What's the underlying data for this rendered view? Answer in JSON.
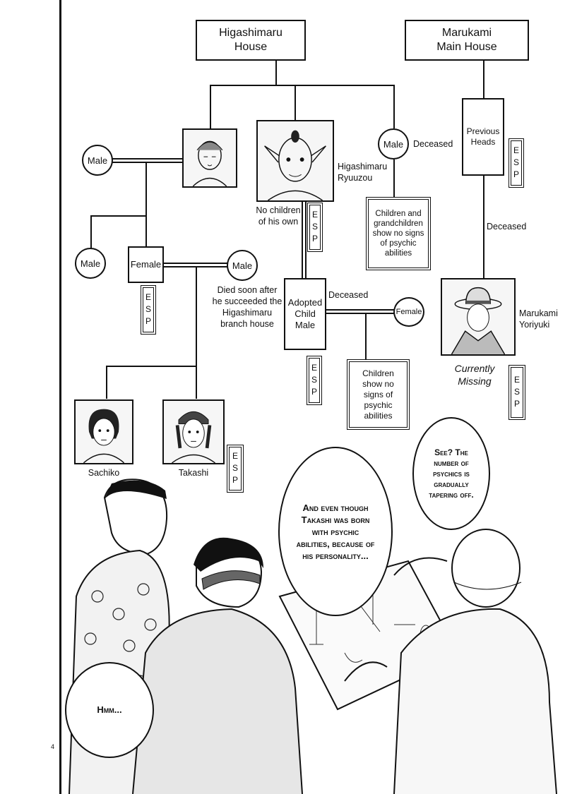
{
  "houses": {
    "higashimaru": "Higashimaru\nHouse",
    "marukami": "Marukami\nMain House"
  },
  "nodes": {
    "male_left": "Male",
    "male_far_left": "Male",
    "female": "Female",
    "male_spouse": "Male",
    "male_deceased": "Male",
    "deceased_1": "Deceased",
    "ryuuzou_name": "Higashimaru\nRyuuzou",
    "no_children": "No children\nof his own",
    "children_no_signs_1": "Children and\ngrandchildren\nshow no signs\nof psychic\nabilities",
    "died_soon": "Died soon after\nhe succeeded the\nHigashimaru\nbranch house",
    "adopted": "Adopted\nChild\nMale",
    "deceased_2": "Deceased",
    "female_small": "Female",
    "children_no_signs_2": "Children\nshow no\nsigns of\npsychic\nabilities",
    "previous_heads": "Previous\nHeads",
    "deceased_3": "Deceased",
    "yoriyuki_name": "Marukami\nYoriyuki",
    "currently_missing": "Currently\nMissing",
    "sachiko": "Sachiko",
    "takashi": "Takashi"
  },
  "esp_label": "ESP",
  "bubbles": {
    "see": "See? The number of psychics is gradually tapering off.",
    "and_even": "And even though Takashi was born with psychic abilities, because of his personality...",
    "hmm": "Hmm..."
  },
  "page_number": "4"
}
